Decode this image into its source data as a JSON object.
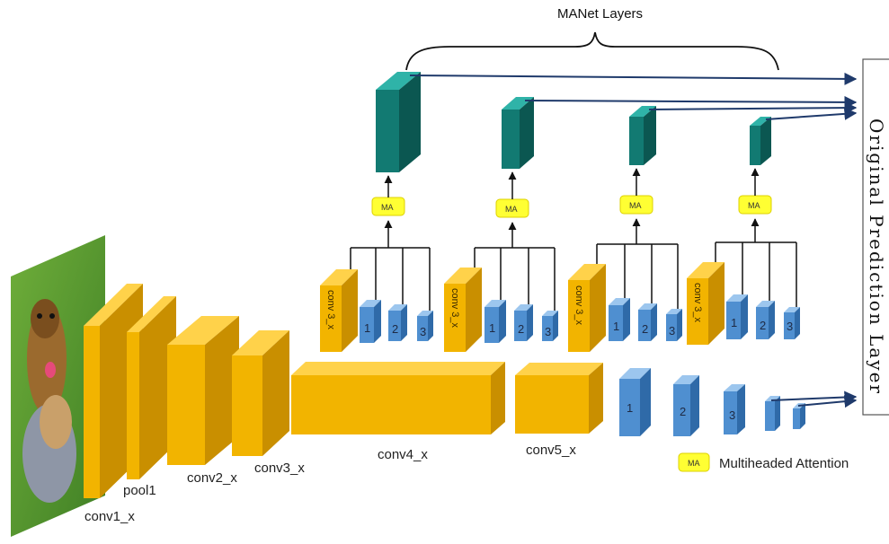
{
  "title": "MANet Layers",
  "prediction_layer_label": "Original   Prediction   Layer",
  "backbone_labels": {
    "conv1": "conv1_x",
    "pool1": "pool1",
    "conv2": "conv2_x",
    "conv3": "conv3_x",
    "conv4": "conv4_x",
    "conv5": "conv5_x"
  },
  "branch_conv_label": "conv 3_x",
  "ma_label": "MA",
  "block_numbers": [
    "1",
    "2",
    "3"
  ],
  "legend": {
    "badge": "MA",
    "text": "Multiheaded Attention"
  },
  "colors": {
    "gold_front": "#f2b400",
    "gold_top": "#ffd24a",
    "gold_side": "#c98f00",
    "blue_front": "#4f8fd0",
    "blue_top": "#9cc6ee",
    "blue_side": "#2f6aa8",
    "teal_front": "#127a72",
    "teal_top": "#2fb3a8",
    "teal_side": "#0b5751",
    "ma_fill": "#ffff33",
    "arrow": "#1f3a6b"
  }
}
